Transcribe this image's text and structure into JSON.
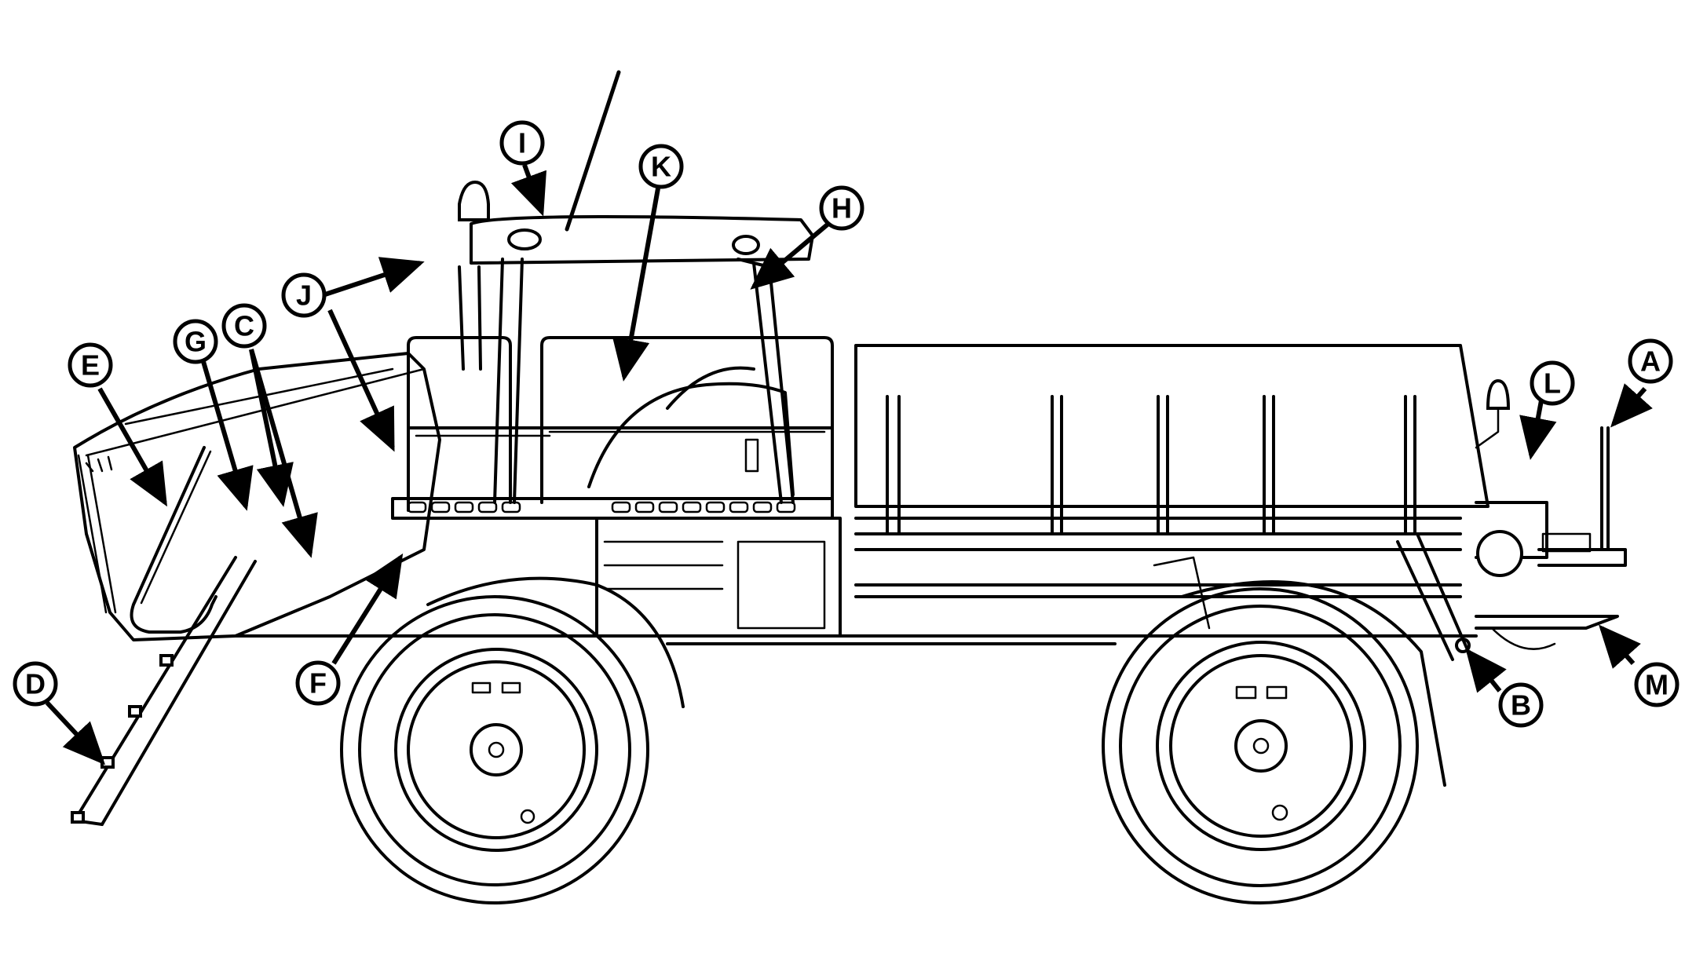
{
  "diagram": {
    "title": "Self-propelled applicator side view with component callouts",
    "subject": "Agricultural self-propelled spreader / applicator",
    "callouts": [
      {
        "id": "A",
        "label": "A"
      },
      {
        "id": "B",
        "label": "B"
      },
      {
        "id": "C",
        "label": "C"
      },
      {
        "id": "D",
        "label": "D"
      },
      {
        "id": "E",
        "label": "E"
      },
      {
        "id": "F",
        "label": "F"
      },
      {
        "id": "G",
        "label": "G"
      },
      {
        "id": "H",
        "label": "H"
      },
      {
        "id": "I",
        "label": "I"
      },
      {
        "id": "J",
        "label": "J"
      },
      {
        "id": "K",
        "label": "K"
      },
      {
        "id": "L",
        "label": "L"
      },
      {
        "id": "M",
        "label": "M"
      }
    ],
    "colors": {
      "line": "#000000",
      "background": "#ffffff"
    }
  }
}
